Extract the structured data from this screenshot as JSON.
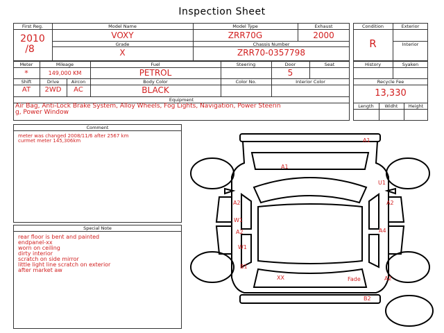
{
  "title": "Inspection Sheet",
  "header": {
    "first_reg_label": "First Reg.",
    "first_reg_year": "2010",
    "first_reg_month": "/8",
    "model_name_label": "Model Name",
    "model_name": "VOXY",
    "model_type_label": "Model Type",
    "model_type": "ZRR70G",
    "exhaust_label": "Exhaust",
    "exhaust": "2000",
    "grade_label": "Grade",
    "grade": "X",
    "chassis_label": "Chassis Number",
    "chassis": "ZRR70-0357798",
    "condition_label": "Condition",
    "condition": "R",
    "exterior_label": "Exterior",
    "interior_label": "Interior"
  },
  "details": {
    "meter_label": "Meter",
    "meter": "*",
    "mileage_label": "Mileage",
    "mileage": "149,000 KM",
    "fuel_label": "Fuel",
    "fuel": "PETROL",
    "steering_label": "Steering",
    "door_label": "Door",
    "door": "5",
    "seat_label": "Seat",
    "shift_label": "Shift",
    "shift": "AT",
    "drive_label": "Drive",
    "drive": "2WD",
    "aircon_label": "Aircon",
    "aircon": "AC",
    "body_color_label": "Body Color",
    "body_color": "BLACK",
    "color_no_label": "Color No.",
    "interior_color_label": "Interior Color",
    "equipment_label": "Equipment",
    "equipment": "Air Bag, Anti-Lock Brake System, Alloy Wheels, Fog Lights, Navigation, Power Steerin",
    "equipment_wrap": "g, Power Window"
  },
  "side": {
    "history_label": "History",
    "syaken_label": "Syaken",
    "recycle_label": "Recycle Fee",
    "recycle": "13,330",
    "length_label": "Length",
    "width_label": "Widht",
    "height_label": "Height"
  },
  "comment": {
    "label": "Comment",
    "lines": [
      "meter was changed 2008/11/6 after 2567 km",
      "curmet meter 145,306km"
    ]
  },
  "special": {
    "label": "Special Note",
    "lines": [
      "rear floor is bent and painted",
      "endpanel-xx",
      "worn on ceiling",
      "dirty interior",
      "scratch on side mirror",
      "little light line scratch on exterior",
      "after market aw"
    ]
  },
  "damage_marks": [
    {
      "code": "A1",
      "spot": "front-bumper"
    },
    {
      "code": "A1",
      "spot": "hood"
    },
    {
      "code": "U1",
      "spot": "right-front-fender"
    },
    {
      "code": "A2",
      "spot": "left-front-door-upper"
    },
    {
      "code": "A2",
      "spot": "right-front-door"
    },
    {
      "code": "W1",
      "spot": "left-front-window"
    },
    {
      "code": "A2",
      "spot": "left-front-door"
    },
    {
      "code": "A4",
      "spot": "right-rear-door"
    },
    {
      "code": "W1",
      "spot": "left-rear-window"
    },
    {
      "code": "B1",
      "spot": "left-rear-quarter"
    },
    {
      "code": "XX",
      "spot": "rear-panel"
    },
    {
      "code": "Fade",
      "spot": "rear-panel-right"
    },
    {
      "code": "A2",
      "spot": "right-rear-quarter"
    },
    {
      "code": "B2",
      "spot": "rear-bumper"
    }
  ]
}
